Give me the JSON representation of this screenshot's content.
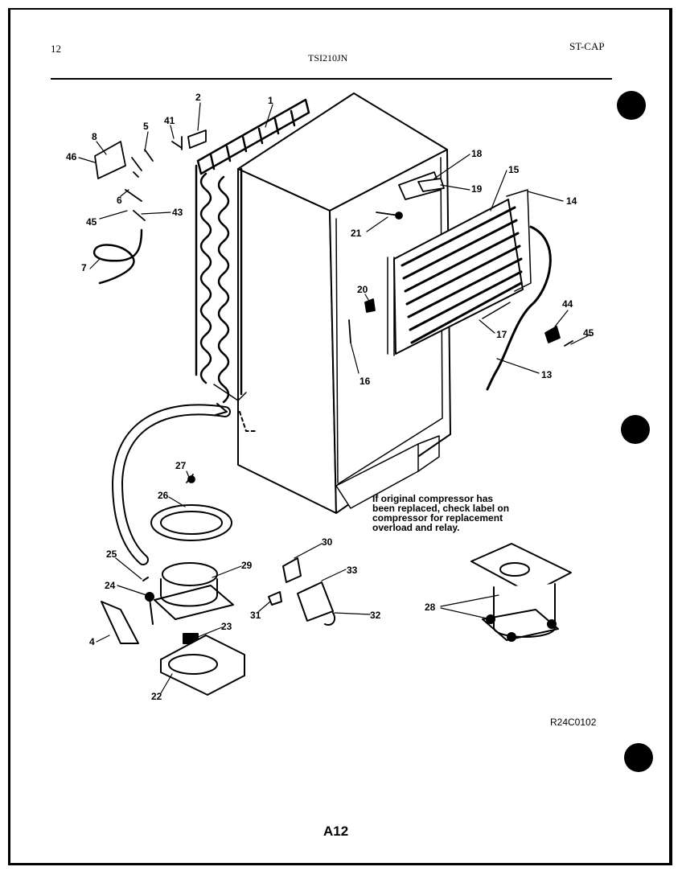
{
  "header": {
    "page_number": "12",
    "model": "TSI210JN",
    "catalog_code": "ST-CAP"
  },
  "callouts": [
    "1",
    "2",
    "41",
    "8",
    "5",
    "46",
    "6",
    "45",
    "43",
    "7",
    "18",
    "15",
    "19",
    "14",
    "21",
    "20",
    "16",
    "17",
    "44",
    "45",
    "13",
    "27",
    "26",
    "25",
    "29",
    "24",
    "30",
    "33",
    "31",
    "32",
    "23",
    "4",
    "22",
    "28"
  ],
  "note": {
    "lines": [
      "If original compressor has",
      "been replaced, check label on",
      "compressor for replacement",
      "overload and relay."
    ]
  },
  "diagram_code": "R24C0102",
  "footer": {
    "page_label": "A12"
  }
}
